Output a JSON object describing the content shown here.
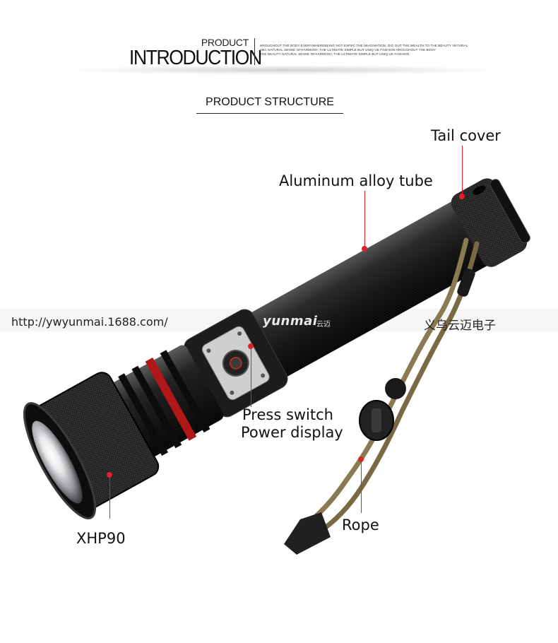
{
  "header": {
    "small_title": "PRODUCT",
    "big_title": "INTRODUCTION",
    "fine_lines": [
      "HROUGHOUT THE BODY EVERYWHEREBEING NOT EXPEC THE IMAGINATION, DIG OUT THE WEALTH TO THE BEAUTY NATURAL",
      "ABC NATURAL SENSE OFHARMONY, THE ULTIMATE SIMPLE BUT UNIQ UE FASHION HROUGHOUT THE BODY",
      "THE BEAUTY NATURAL SENSE OFHARMONY, THE ULTIMATE SIMPLE BUT UNIQ UE FASHION"
    ]
  },
  "section_title": "PRODUCT STRUCTURE",
  "labels": {
    "tail_cover": "Tail cover",
    "tube": "Aluminum alloy tube",
    "press_switch": "Press switch",
    "power_display": "Power display",
    "led": "XHP90",
    "rope": "Rope"
  },
  "watermark": {
    "url": "http://ywyunmai.1688.com/",
    "brand": "yunmai",
    "brand_cn": "云迈",
    "company_cn": "义乌云迈电子"
  },
  "colors": {
    "accent": "#e0202a",
    "body": "#1a1a1a",
    "rope": "#8a7a52"
  }
}
